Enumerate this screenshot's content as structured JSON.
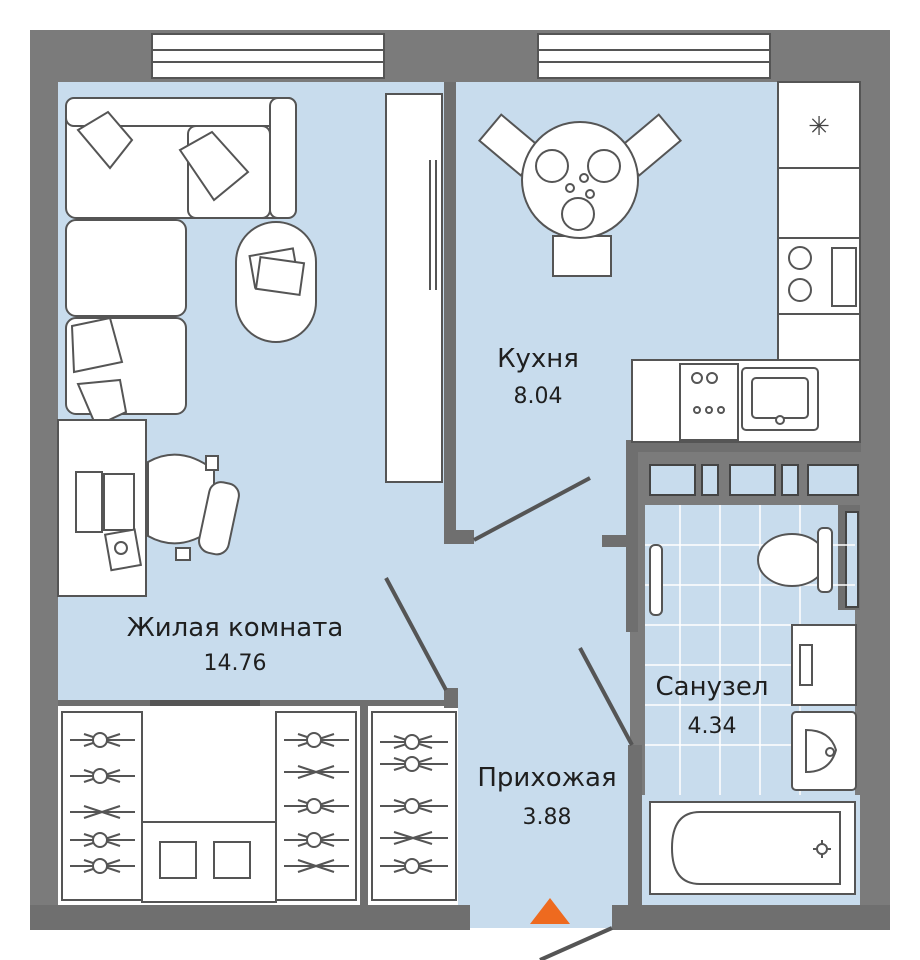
{
  "rooms": {
    "living": {
      "name": "Жилая комната",
      "area": "14.76"
    },
    "kitchen": {
      "name": "Кухня",
      "area": "8.04"
    },
    "bathroom": {
      "name": "Санузел",
      "area": "4.34"
    },
    "hallway": {
      "name": "Прихожая",
      "area": "3.88"
    }
  },
  "colors": {
    "floor": "#c8dced",
    "wall": "#7b7b7b",
    "furniture_line": "#555555",
    "entrance_marker": "#ee6a1f"
  },
  "icons": [
    "entrance-arrow-icon",
    "fridge-snowflake-icon"
  ]
}
